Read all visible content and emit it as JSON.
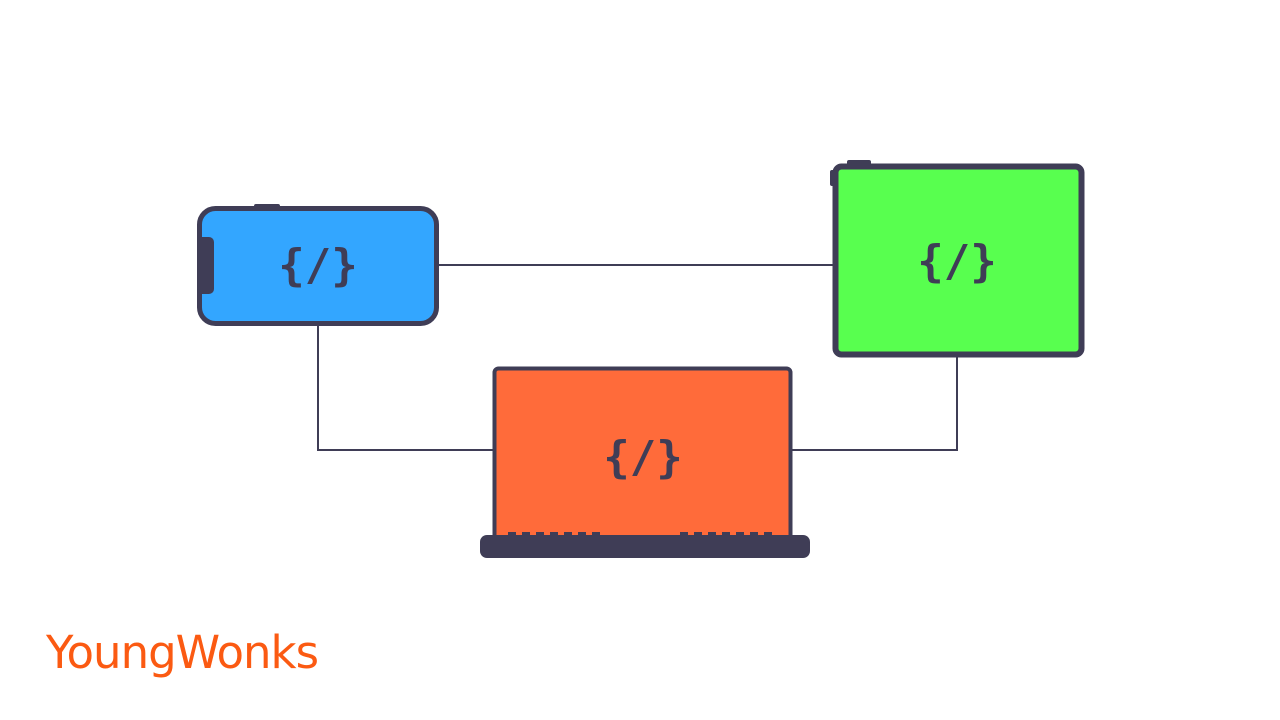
{
  "diagram": {
    "devices": [
      {
        "id": "phone",
        "kind": "smartphone",
        "code_label": "{/}",
        "screen_color": "#33a6ff"
      },
      {
        "id": "tablet",
        "kind": "tablet",
        "code_label": "{/}",
        "screen_color": "#58ff4f"
      },
      {
        "id": "laptop",
        "kind": "laptop",
        "code_label": "{/}",
        "screen_color": "#ff6b3a"
      }
    ],
    "connections": [
      [
        "phone",
        "tablet"
      ],
      [
        "phone",
        "laptop"
      ],
      [
        "laptop",
        "tablet"
      ]
    ],
    "outline_color": "#3f3d56"
  },
  "brand": {
    "name": "YoungWonks",
    "color": "#fb5a12"
  }
}
